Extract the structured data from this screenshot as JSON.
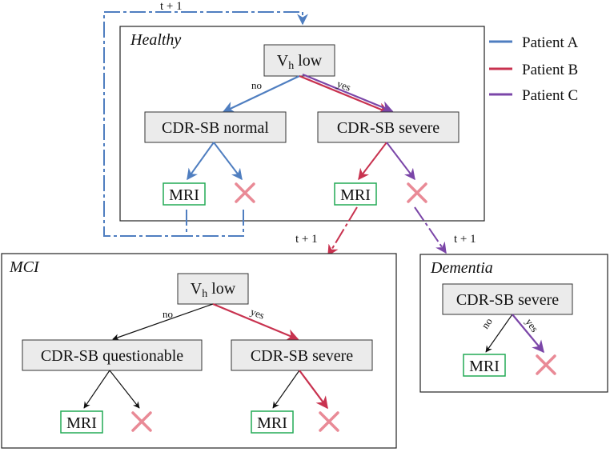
{
  "colors": {
    "patient_a": "#4f7ec0",
    "patient_b": "#c8324f",
    "patient_c": "#7b46a8",
    "mri_border": "#22aa55",
    "cross": "#e98a96",
    "node_fill": "#ebebeb"
  },
  "legend": [
    {
      "label": "Patient A",
      "color": "#4f7ec0"
    },
    {
      "label": "Patient B",
      "color": "#c8324f"
    },
    {
      "label": "Patient C",
      "color": "#7b46a8"
    }
  ],
  "transitions": {
    "loop_label": "t + 1",
    "to_mci_label": "t + 1",
    "to_dementia_label": "t + 1"
  },
  "healthy": {
    "title": "Healthy",
    "root": {
      "main": "V",
      "sub": "h",
      "rest": " low"
    },
    "edge_no": "no",
    "edge_yes": "yes",
    "left_node": "CDR-SB normal",
    "right_node": "CDR-SB severe",
    "mri": "MRI",
    "cross_icon": "cross-icon"
  },
  "mci": {
    "title": "MCI",
    "root": {
      "main": "V",
      "sub": "h",
      "rest": " low"
    },
    "edge_no": "no",
    "edge_yes": "yes",
    "left_node": "CDR-SB questionable",
    "right_node": "CDR-SB severe",
    "mri": "MRI",
    "cross_icon": "cross-icon"
  },
  "dementia": {
    "title": "Dementia",
    "root": "CDR-SB severe",
    "edge_no": "no",
    "edge_yes": "yes",
    "mri": "MRI",
    "cross_icon": "cross-icon"
  }
}
